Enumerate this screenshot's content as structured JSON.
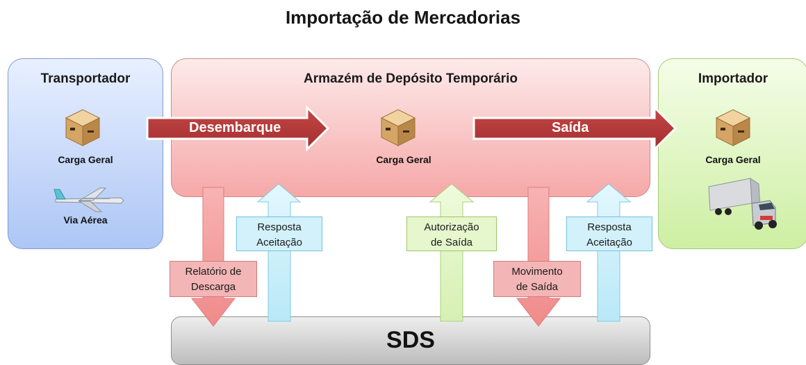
{
  "title": "Importação de Mercadorias",
  "transportador": {
    "title": "Transportador",
    "cargo_label": "Carga Geral",
    "transport_label": "Via Aérea"
  },
  "armazem": {
    "title": "Armazém de Depósito Temporário",
    "cargo_label": "Carga Geral"
  },
  "importador": {
    "title": "Importador",
    "cargo_label": "Carga Geral"
  },
  "sds": {
    "label": "SDS"
  },
  "flows": {
    "desembarque": "Desembarque",
    "saida": "Saída"
  },
  "messages": {
    "relatorio_descarga": [
      "Relatório de",
      "Descarga"
    ],
    "resposta_aceitacao_1": [
      "Resposta",
      "Aceitação"
    ],
    "autorizacao_saida": [
      "Autorização",
      "de Saída"
    ],
    "movimento_saida": [
      "Movimento",
      "de Saída"
    ],
    "resposta_aceitacao_2": [
      "Resposta",
      "Aceitação"
    ]
  },
  "icons": {
    "cargo": "box-icon",
    "transport": "airplane-icon",
    "delivery": "truck-icon"
  },
  "colors": {
    "flow_arrow": "#b73a3a",
    "red_arrow": "#f5a0a0",
    "blue_arrow": "#c8eefa",
    "green_arrow": "#e0f5c4"
  }
}
